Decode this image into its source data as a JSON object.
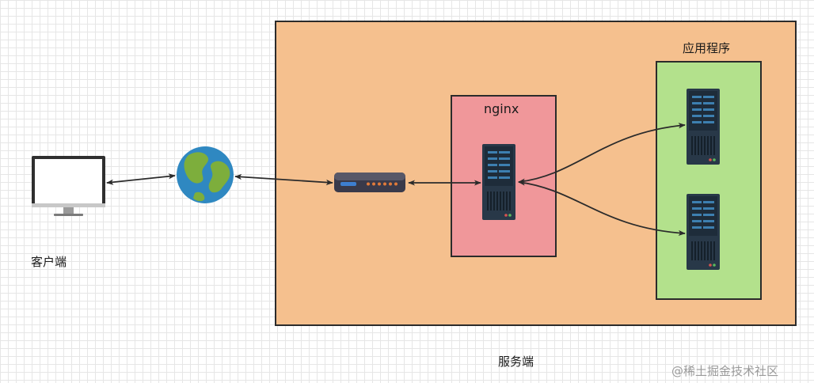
{
  "labels": {
    "client": "客户端",
    "server": "服务端",
    "app": "应用程序",
    "nginx": "nginx"
  },
  "watermark": "@稀土掘金技术社区",
  "colors": {
    "server_zone": "#f5c08e",
    "nginx_zone": "#f0979a",
    "app_zone": "#b3e18c",
    "border": "#2b2b2b",
    "server_body": "#283848",
    "server_slot": "#3d7fb0"
  },
  "icons": {
    "client": "monitor-icon",
    "internet": "globe-icon",
    "gateway": "router-icon",
    "proxy": "server-icon",
    "app": "server-icon"
  }
}
